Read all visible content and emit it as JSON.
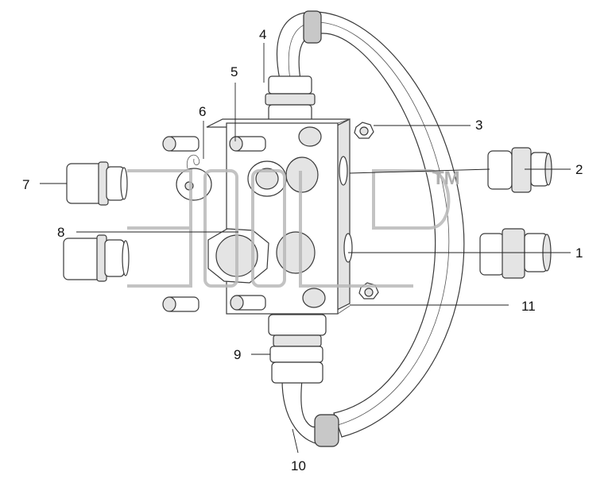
{
  "callouts": [
    {
      "id": "c1",
      "label": "1"
    },
    {
      "id": "c2",
      "label": "2"
    },
    {
      "id": "c3",
      "label": "3"
    },
    {
      "id": "c4",
      "label": "4"
    },
    {
      "id": "c5",
      "label": "5"
    },
    {
      "id": "c6",
      "label": "6"
    },
    {
      "id": "c7",
      "label": "7"
    },
    {
      "id": "c8",
      "label": "8"
    },
    {
      "id": "c9",
      "label": "9"
    },
    {
      "id": "c10",
      "label": "10"
    },
    {
      "id": "c11",
      "label": "11"
    }
  ],
  "watermark": {
    "trademark": "TM"
  }
}
